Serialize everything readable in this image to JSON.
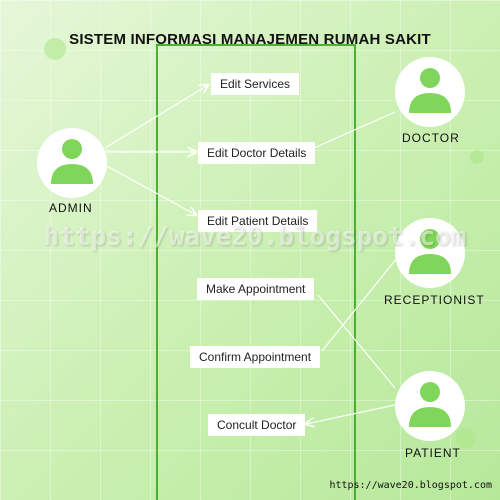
{
  "title": "SISTEM INFORMASI MANAJEMEN RUMAH SAKIT",
  "use_cases": [
    {
      "id": "edit-services",
      "label": "Edit Services"
    },
    {
      "id": "edit-doctor-details",
      "label": "Edit Doctor Details"
    },
    {
      "id": "edit-patient-details",
      "label": "Edit Patient Details"
    },
    {
      "id": "make-appointment",
      "label": "Make Appointment"
    },
    {
      "id": "confirm-appointment",
      "label": "Confirm Appointment"
    },
    {
      "id": "concult-doctor",
      "label": "Concult Doctor"
    }
  ],
  "actors": [
    {
      "id": "admin",
      "label": "ADMIN"
    },
    {
      "id": "doctor",
      "label": "DOCTOR"
    },
    {
      "id": "receptionist",
      "label": "RECEPTIONIST"
    },
    {
      "id": "patient",
      "label": "PATIENT"
    }
  ],
  "watermark": "https://wave20.blogspot.com",
  "footer_url": "https://wave20.blogspot.com",
  "colors": {
    "accent": "#4caf33",
    "actor_icon": "#7fd65a",
    "line": "#ffffff"
  }
}
